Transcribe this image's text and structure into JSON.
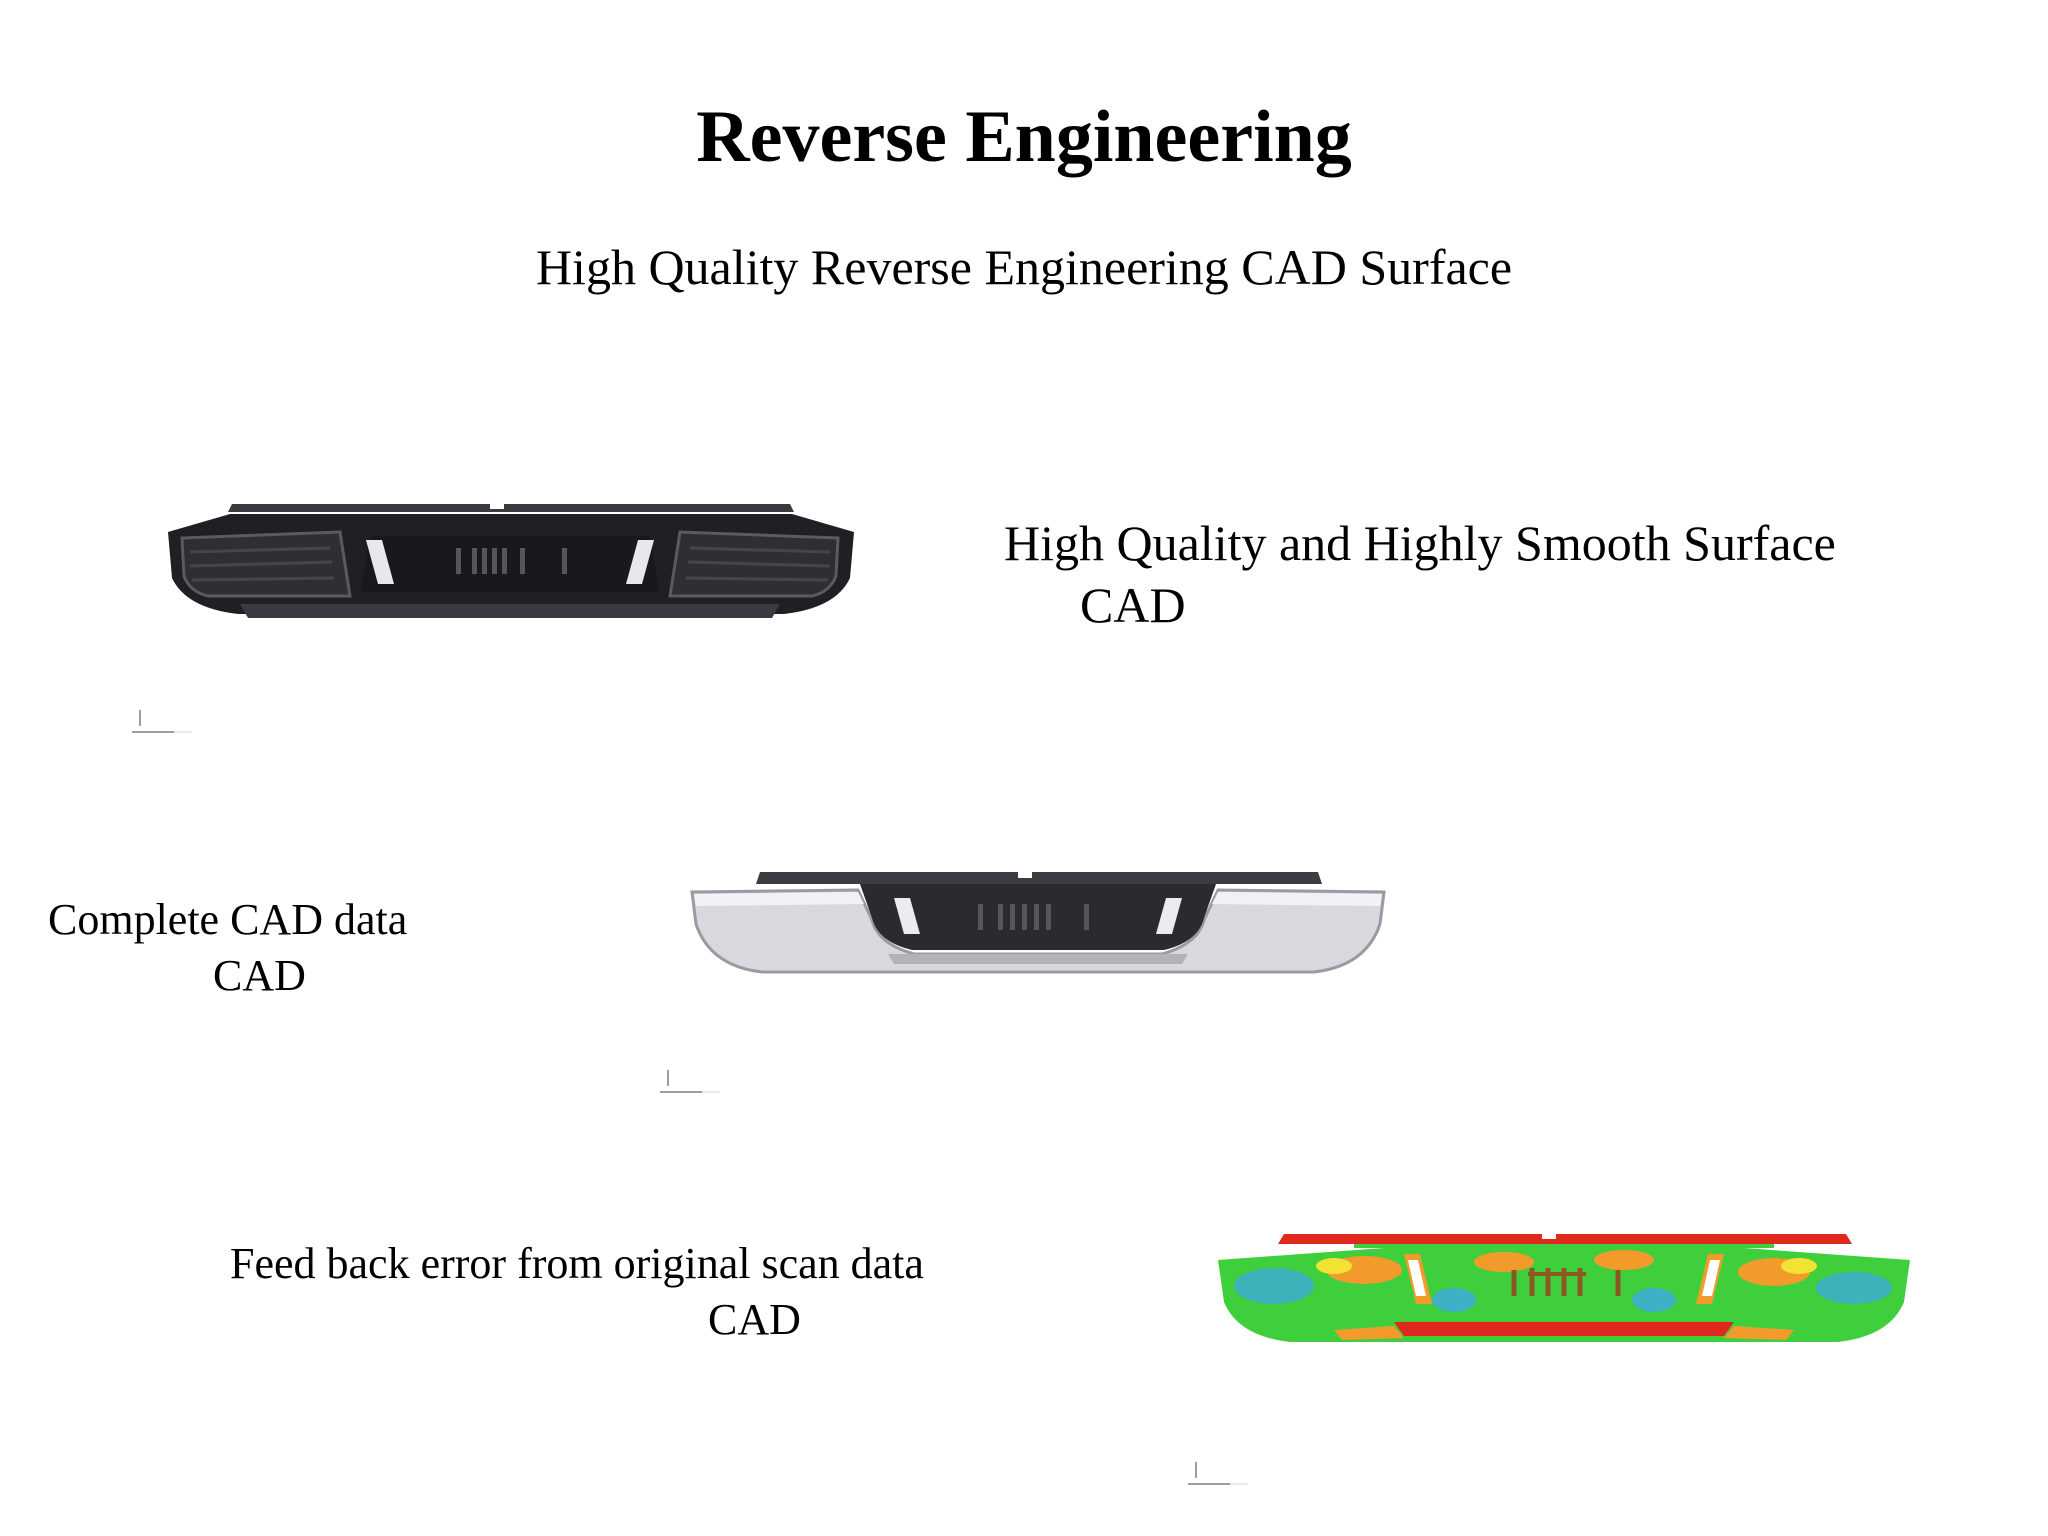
{
  "slide": {
    "title": "Reverse Engineering",
    "subtitle": "High Quality Reverse Engineering CAD Surface"
  },
  "sections": [
    {
      "caption_line1": "High Quality and Highly Smooth Surface",
      "caption_line2": "CAD",
      "image": "dark-bumper-cad-model"
    },
    {
      "caption_line1": "Complete CAD data",
      "caption_line2": "CAD",
      "image": "silver-bumper-cad-model"
    },
    {
      "caption_line1": "Feed back error from original scan data",
      "caption_line2": "CAD",
      "image": "error-deviation-map-bumper"
    }
  ],
  "colors": {
    "dark_bumper": "#2b2c30",
    "silver_bumper": "#d7d8de",
    "error_green": "#3fcf3c",
    "error_red": "#e0281c",
    "error_orange": "#f39b2a",
    "error_blue": "#3da8e6"
  }
}
